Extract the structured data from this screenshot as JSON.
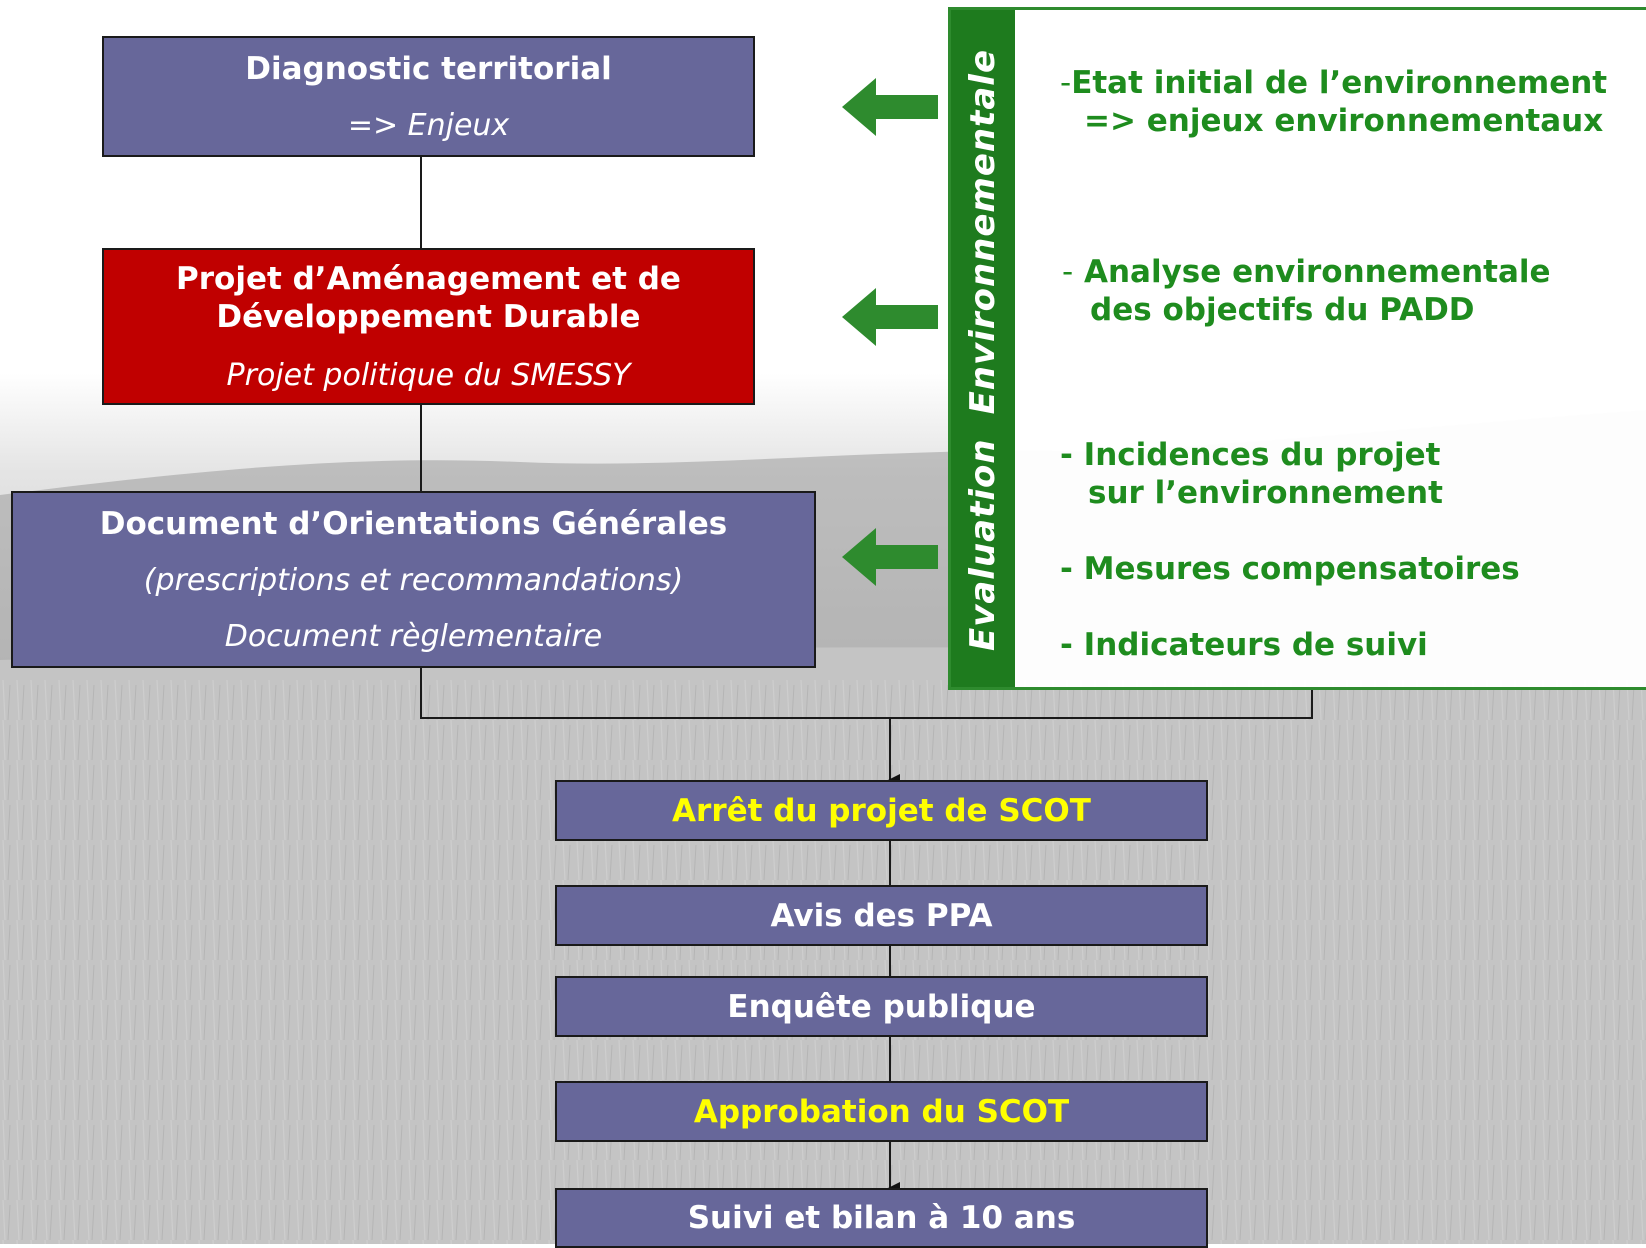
{
  "diagnostic": {
    "title": "Diagnostic territorial",
    "subtitle": "=> Enjeux"
  },
  "padd": {
    "title_line1": "Projet d’Aménagement et de",
    "title_line2": "Développement Durable",
    "subtitle": "Projet politique du SMESSY"
  },
  "dog": {
    "title": "Document d’Orientations Générales",
    "line2": "(prescriptions et recommandations)",
    "line3": "Document règlementaire"
  },
  "steps": {
    "arret": "Arrêt du projet de SCOT",
    "avis": "Avis des PPA",
    "enquete": "Enquête publique",
    "approbation": "Approbation du SCOT",
    "suivi": "Suivi et bilan à 10 ans"
  },
  "env": {
    "vertical_word1": "Evaluation",
    "vertical_word2": "Environnementale",
    "item1_dash": "-",
    "item1_line1": "Etat initial de l’environnement",
    "item1_line2": "=> enjeux environnementaux",
    "item2_dash": "-",
    "item2_line1": "Analyse environnementale",
    "item2_line2": "des objectifs du PADD",
    "item3_line1": "- Incidences du projet",
    "item3_line2": "sur l’environnement",
    "item4": "- Mesures compensatoires",
    "item5": "- Indicateurs de suivi"
  },
  "colors": {
    "box_blue": "#67679a",
    "box_red": "#c00000",
    "highlight_yellow": "#ffff00",
    "env_green": "#1e8c1e",
    "arrow_green": "#2e8b2e"
  }
}
